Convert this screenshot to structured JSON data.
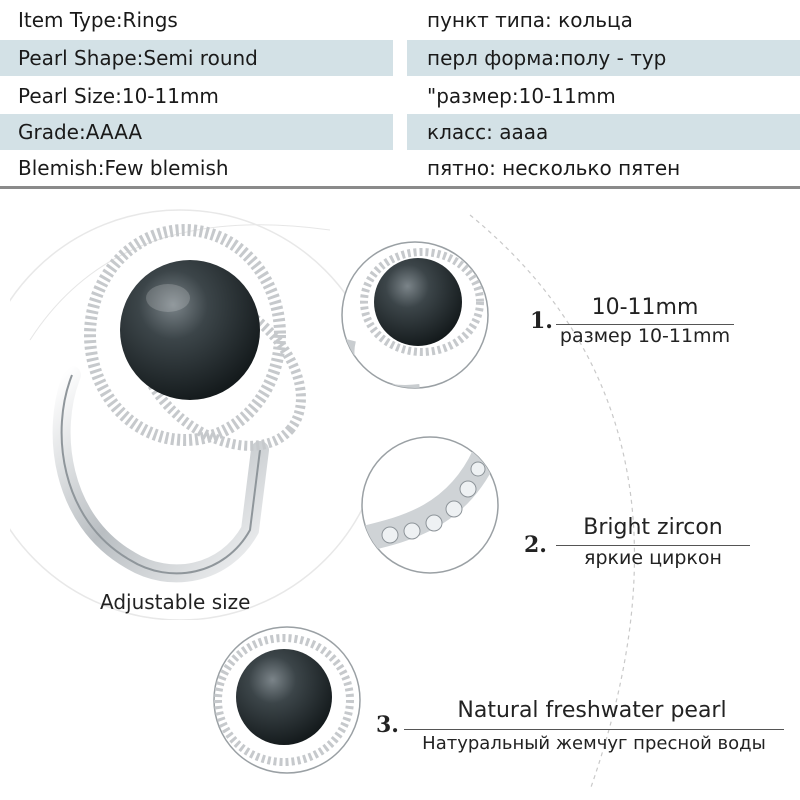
{
  "specs": [
    {
      "en": "Item Type:Rings",
      "ru": "пункт типа: кольца",
      "shaded": false
    },
    {
      "en": "Pearl Shape:Semi round",
      "ru": "перл форма:полу - тур",
      "shaded": true
    },
    {
      "en": "Pearl Size:10-11mm",
      "ru": "\"размер:10-11mm",
      "shaded": false
    },
    {
      "en": "Grade:AAAA",
      "ru": "класс: аааа",
      "shaded": true
    },
    {
      "en": "Blemish:Few blemish",
      "ru": "пятно: несколько пятен",
      "shaded": false
    }
  ],
  "main_caption": "Adjustable size",
  "features": [
    {
      "number": "1.",
      "title": "10-11mm",
      "subtitle": "размер 10-11mm"
    },
    {
      "number": "2.",
      "title": "Bright zircon",
      "subtitle": "яркие циркон"
    },
    {
      "number": "3.",
      "title": "Natural freshwater pearl",
      "subtitle": "Натуральный жемчуг пресной воды"
    }
  ],
  "colors": {
    "row_shade": "#d3e1e6",
    "pearl": "#2a3033",
    "silver": "#d9dcde"
  }
}
